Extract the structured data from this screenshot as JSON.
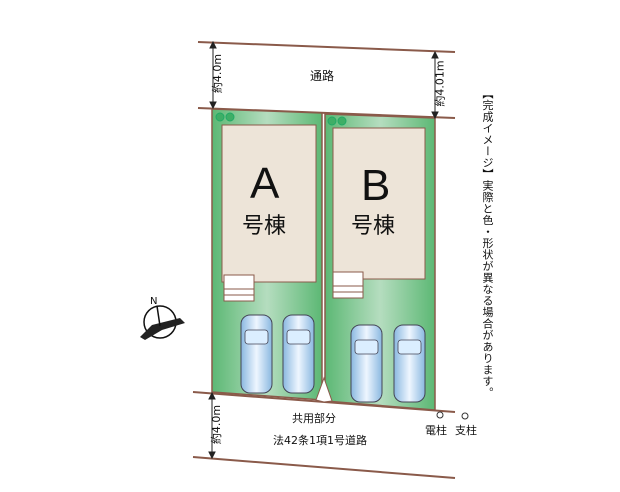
{
  "road_top": {
    "label": "通路",
    "width_left": "約4.0m",
    "width_right": "約4.01m"
  },
  "lots": [
    {
      "letter": "A",
      "suffix": "号棟"
    },
    {
      "letter": "B",
      "suffix": "号棟"
    }
  ],
  "shared_label": "共用部分",
  "road_bottom": {
    "label": "法42条1項1号道路",
    "width": "約4.0m"
  },
  "poles": {
    "electric": "電柱",
    "support": "支柱"
  },
  "note": "【完成イメージ】実際と色・形状が異なる場合があります。",
  "compass": {
    "north": "N"
  },
  "colors": {
    "lot_green": "#5cb874",
    "building": "#ede4d8",
    "boundary": "#8a5a4a"
  }
}
